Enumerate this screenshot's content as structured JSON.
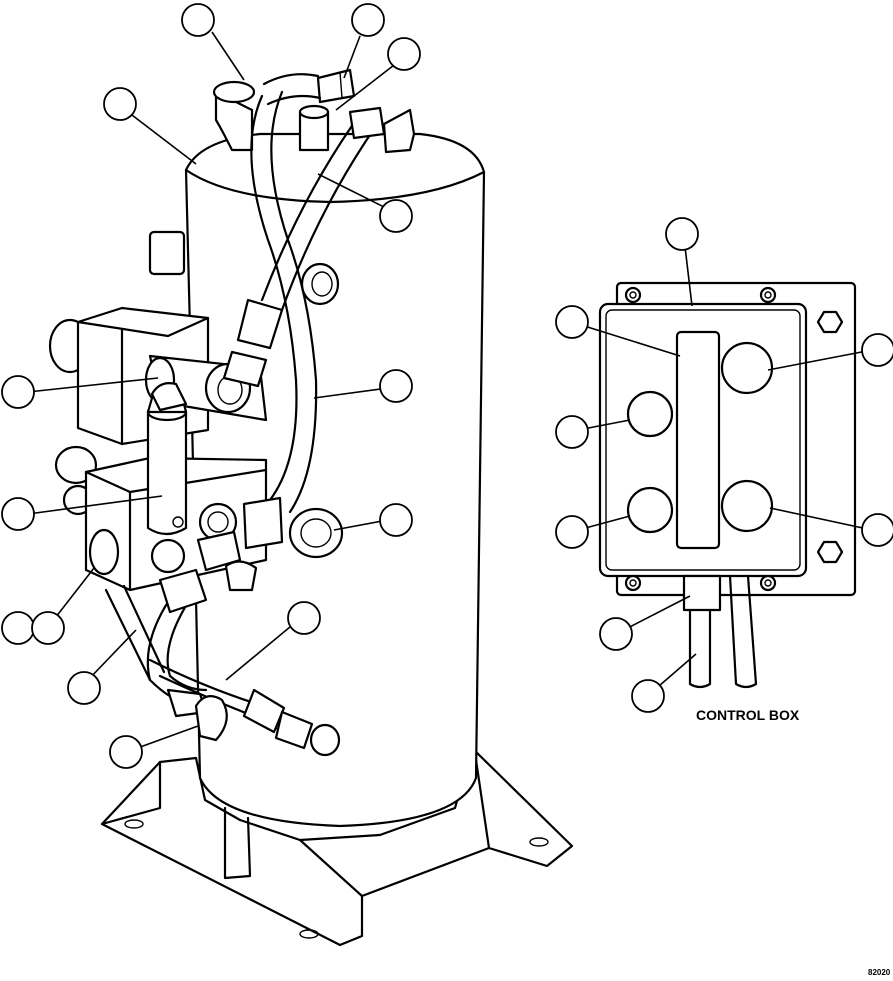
{
  "figure": {
    "control_box_caption": "CONTROL BOX",
    "drawing_number": "82020"
  },
  "icons": {
    "callout": "blank-callout-circle",
    "hex_bolt": "hex-bolt-icon",
    "screw": "screw-icon"
  }
}
